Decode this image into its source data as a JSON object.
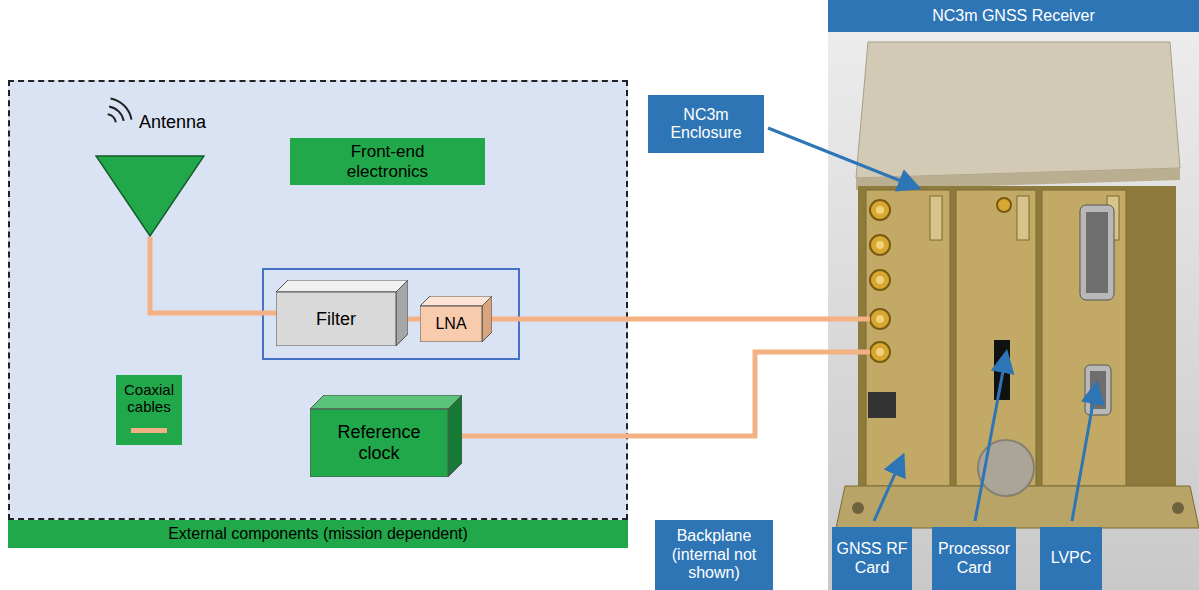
{
  "diagram": {
    "nodes": [
      {
        "text": [
          "External components (mission dependent)"
        ]
      },
      {
        "text": [
          "Antenna"
        ],
        "in": 0
      },
      {
        "text": [
          "Front-end electronics"
        ],
        "in": 0
      },
      {
        "text": [
          "Filter"
        ],
        "in": 2
      },
      {
        "text": [
          "LNA"
        ],
        "in": 2
      },
      {
        "text": [
          "Reference clock"
        ],
        "in": 0
      },
      {
        "text": [
          "NC3m GNSS Receiver"
        ]
      },
      {
        "text": [
          "NC3m Enclosure"
        ]
      },
      {
        "text": [
          "Backplane (internal not shown)"
        ]
      },
      {
        "text": [
          "GNSS RF Card"
        ]
      },
      {
        "text": [
          "Processor Card"
        ]
      },
      {
        "text": [
          "LVPC"
        ]
      }
    ],
    "edges": [
      {
        "from": 1,
        "to": 3,
        "arrow": "none"
      },
      {
        "from": 3,
        "to": 4,
        "arrow": "none"
      },
      {
        "from": 4,
        "to": 6,
        "arrow": "none"
      },
      {
        "from": 5,
        "to": 6,
        "arrow": "none"
      }
    ],
    "legend": [
      {
        "text": "Coaxial cables"
      }
    ]
  }
}
